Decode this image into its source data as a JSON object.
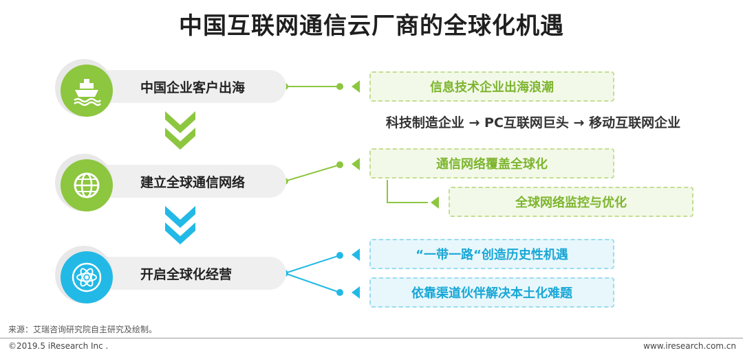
{
  "title": "中国互联网通信云厂商的全球化机遇",
  "stages": [
    {
      "label": "中国企业客户出海",
      "icon": "ship-icon"
    },
    {
      "label": "建立全球通信网络",
      "icon": "globe-icon"
    },
    {
      "label": "开启全球化经营",
      "icon": "atom-icon"
    }
  ],
  "boxes": {
    "b1": "信息技术企业出海浪潮",
    "b2": "通信网络覆盖全球化",
    "b3": "全球网络监控与优化",
    "b4": "“一带一路“创造历史性机遇",
    "b5": "依靠渠道伙伴解决本土化难题"
  },
  "flow_text": "科技制造企业 → PC互联网巨头 → 移动互联网企业",
  "footer": {
    "source": "来源：艾瑞咨询研究院自主研究及绘制。",
    "copyright": "©2019.5 iResearch Inc .",
    "website": "www.iresearch.com.cn"
  },
  "colors": {
    "green": "#8dc63f",
    "blue": "#22b9e6"
  }
}
